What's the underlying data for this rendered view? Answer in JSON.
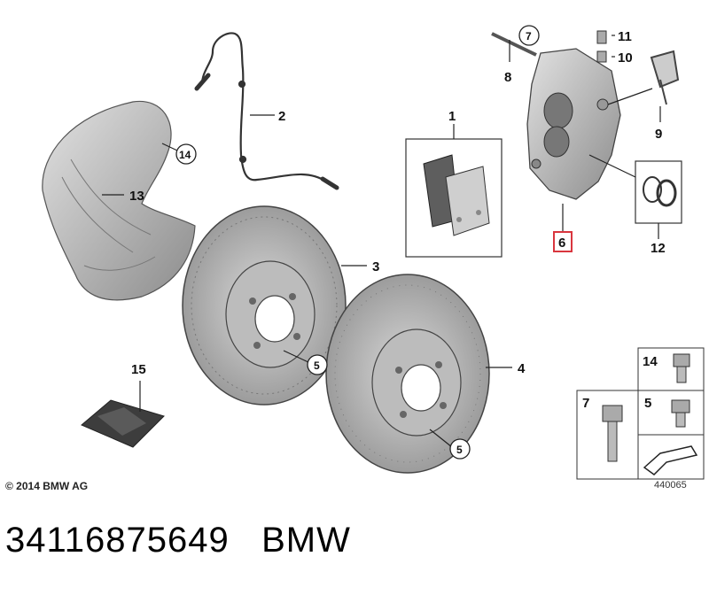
{
  "callouts": {
    "c1": "1",
    "c2": "2",
    "c3": "3",
    "c4": "4",
    "c6": "6",
    "c7": "7",
    "c8": "8",
    "c9": "9",
    "c10": "10",
    "c11": "11",
    "c12": "12",
    "c13": "13",
    "c14": "14",
    "c15": "15",
    "circle5a": "5",
    "circle5b": "5",
    "circle7": "7",
    "circle14": "14"
  },
  "hardware_box": {
    "label_14": "14",
    "label_7": "7",
    "label_5": "5"
  },
  "copyright": "© 2014 BMW AG",
  "drawing_number": "440065",
  "footer": {
    "part_number": "34116875649",
    "brand": "BMW"
  },
  "colors": {
    "highlight": "#d9363e",
    "part_fill": "#b9b9b9",
    "part_dark": "#6e6e6e",
    "line": "#222222"
  }
}
